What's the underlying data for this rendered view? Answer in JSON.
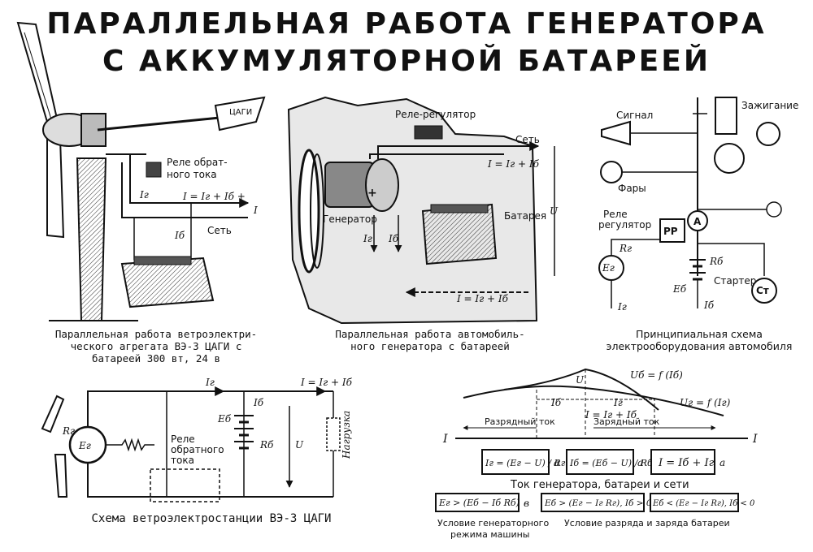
{
  "title": {
    "line1": "ПАРАЛЛЕЛЬНАЯ РАБОТА ГЕНЕРАТОРА",
    "line2": "С АККУМУЛЯТОРНОЙ БАТАРЕЕЙ"
  },
  "wind": {
    "tail_label": "ЦАГИ",
    "relay_label1": "Реле обрат-",
    "relay_label2": "ного тока",
    "ig": "Iг",
    "ib": "Iб",
    "i_eq": "I = Iг + Iб +",
    "minus": "I",
    "net": "Сеть",
    "caption1": "Параллельная работа ветроэлектри-",
    "caption2": "ческого агрегата ВЭ-3 ЦАГИ с",
    "caption3": "батареей 300 вт, 24 в"
  },
  "auto": {
    "relay": "Реле-регулятор",
    "net": "Сеть",
    "i_eq": "I = Iг + Iб",
    "generator": "Генератор",
    "battery": "Батарея",
    "ig": "Iг",
    "ib": "Iб",
    "u": "U",
    "i_bottom": "I = Iг + Iб",
    "caption1": "Параллельная работа автомобиль-",
    "caption2": "ного генератора с батареей"
  },
  "schema": {
    "signal": "Сигнал",
    "ignition": "Зажигание",
    "headlights": "Фары",
    "relay1": "Реле",
    "relay2": "регулятор",
    "rr": "РР",
    "ammeter": "A",
    "rg": "Rг",
    "eg": "Eг",
    "rb": "Rб",
    "eb": "Eб",
    "ig": "Iг",
    "ib": "Iб",
    "starter": "Стартер",
    "st": "Ст",
    "caption1": "Принципиальная схема",
    "caption2": "электрооборудования автомобиля"
  },
  "ve3": {
    "ig": "Iг",
    "i_eq": "I = Iг + Iб",
    "rg": "Rг",
    "eg": "Eг",
    "eb": "Eб",
    "ib": "Iб",
    "rb": "Rб",
    "u": "U",
    "load": "Нагрузка",
    "relay1": "Реле",
    "relay2": "обратного",
    "relay3": "тока",
    "caption": "Схема ветроэлектростанции ВЭ-3 ЦАГИ"
  },
  "graph": {
    "u": "U",
    "ub": "Uб = f (Iб)",
    "ug": "Uг = f (Iг)",
    "ib": "Iб",
    "ig": "Iг",
    "i_sum": "I = Iг + Iб",
    "discharge": "Разрядный ток",
    "charge": "Зарядный ток",
    "axis_left": "I",
    "axis_right": "I",
    "f1": "Iг = (Eг − U) / Rг",
    "f1u": "а",
    "f2": "Iб = (Eб − U) / Rб",
    "f2u": "а",
    "f3": "I = Iб + Iг",
    "f3u": "а",
    "currents": "Ток генератора, батареи и сети",
    "c1": "Eг > (Eб − Iб Rб)",
    "c1u": "в",
    "c2": "Eб > (Eг − Iг Rг), Iб > 0",
    "c3": "Eб < (Eг − Iг Rг), Iб < 0",
    "cond1a": "Условие генераторного",
    "cond1b": "режима машины",
    "cond2": "Условие разряда и заряда батареи"
  }
}
